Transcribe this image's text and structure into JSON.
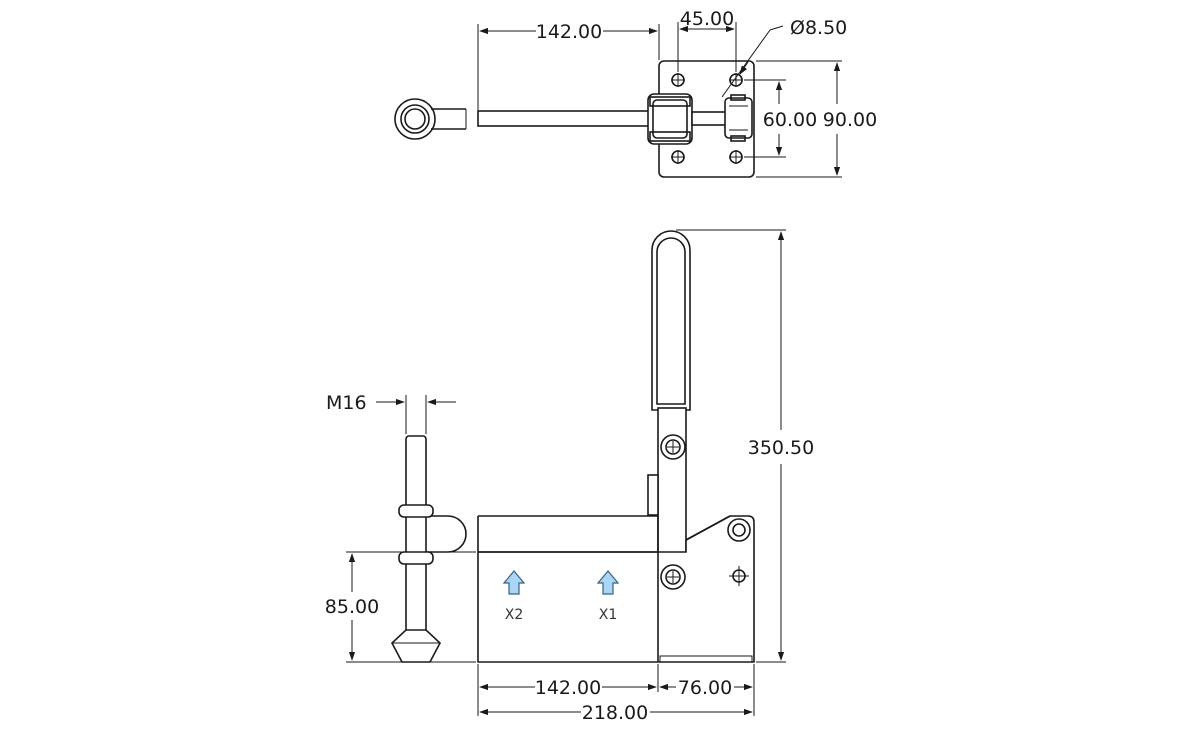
{
  "dimensions": {
    "top_length": "142.00",
    "top_hole_spacing": "45.00",
    "hole_diameter": "Ø8.50",
    "hole_vertical_spacing": "60.00",
    "base_width": "90.00",
    "thread": "M16",
    "total_height": "350.50",
    "spindle_height": "85.00",
    "bottom_length_1": "142.00",
    "bottom_length_2": "76.00",
    "total_length": "218.00"
  },
  "markers": {
    "x2": "X2",
    "x1": "X1"
  },
  "colors": {
    "line": "#1a1a1a",
    "arrow_fill": "#a9d6f5",
    "arrow_stroke": "#3a5f80"
  }
}
